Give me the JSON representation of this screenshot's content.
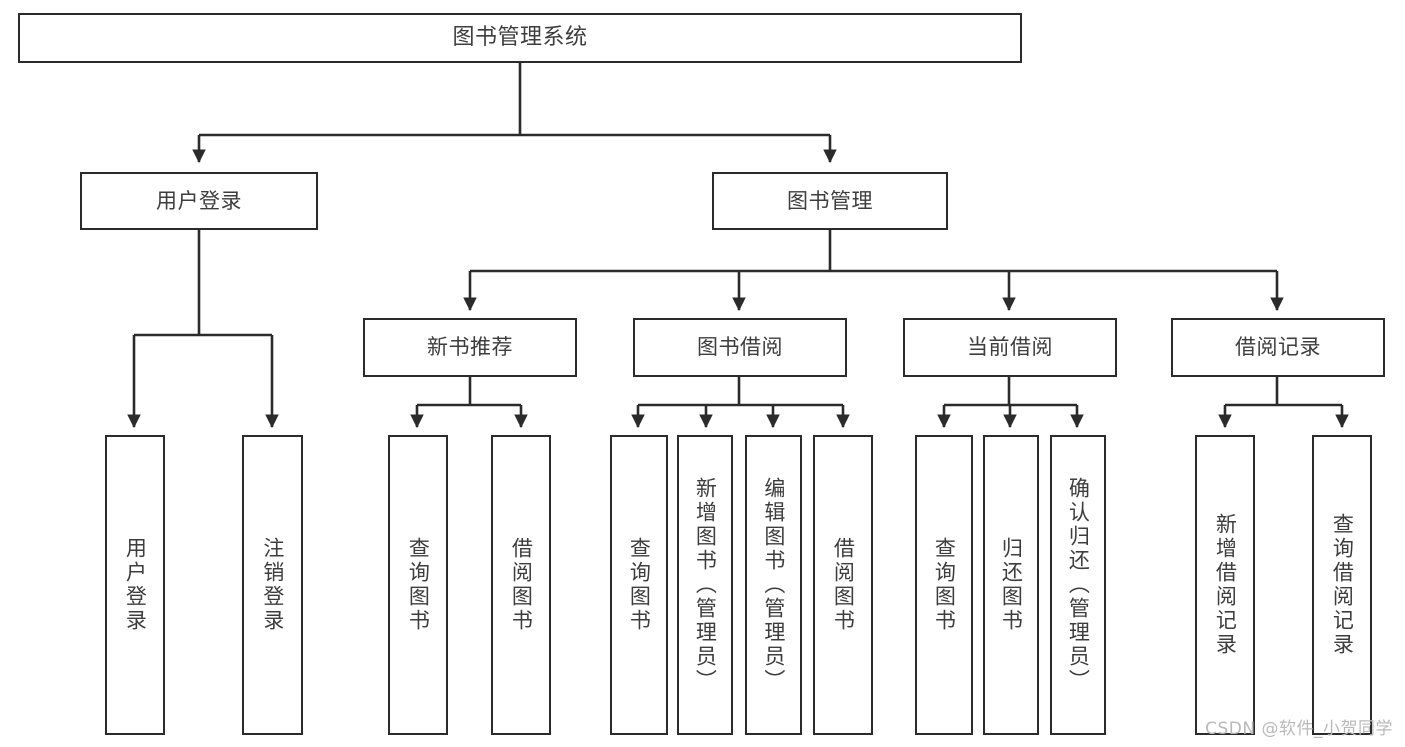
{
  "diagram": {
    "type": "tree",
    "title_node": {
      "label": "图书管理系统"
    },
    "level2": [
      {
        "label": "用户登录"
      },
      {
        "label": "图书管理"
      }
    ],
    "level3": [
      {
        "label": "新书推荐"
      },
      {
        "label": "图书借阅"
      },
      {
        "label": "当前借阅"
      },
      {
        "label": "借阅记录"
      }
    ],
    "leaves": {
      "user_login": [
        {
          "label": "用户登录"
        },
        {
          "label": "注销登录"
        }
      ],
      "new_book_recommend": [
        {
          "label": "查询图书"
        },
        {
          "label": "借阅图书"
        }
      ],
      "book_borrow": [
        {
          "label": "查询图书"
        },
        {
          "label": "新增图书（管理员）"
        },
        {
          "label": "编辑图书（管理员）"
        },
        {
          "label": "借阅图书"
        }
      ],
      "current_borrow": [
        {
          "label": "查询图书"
        },
        {
          "label": "归还图书"
        },
        {
          "label": "确认归还（管理员）"
        }
      ],
      "borrow_record": [
        {
          "label": "新增借阅记录"
        },
        {
          "label": "查询借阅记录"
        }
      ]
    },
    "watermark": "CSDN @软件_小贺同学",
    "colors": {
      "stroke": "#2b2b2b",
      "text": "#3d3d3d",
      "background": "#ffffff",
      "watermark": "#b9b9b9"
    }
  }
}
